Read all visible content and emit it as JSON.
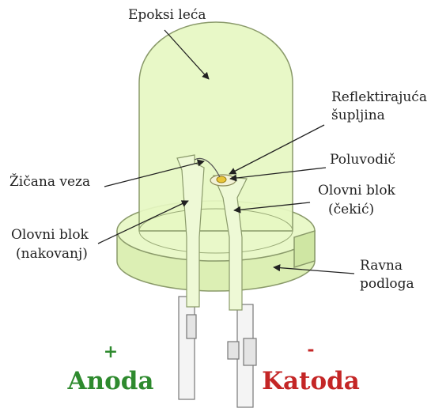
{
  "labels": {
    "epoxy_lens": "Epoksi leća",
    "reflective_cavity_1": "Reflektirajuća",
    "reflective_cavity_2": "šupljina",
    "semiconductor": "Poluvodič",
    "wire_bond": "Žičana veza",
    "lead_frame_cathode_1": "Olovni blok",
    "lead_frame_cathode_2": "(čekić)",
    "lead_frame_anode_1": "Olovni blok",
    "lead_frame_anode_2": "(nakovanj)",
    "flat_base_1": "Ravna",
    "flat_base_2": "podloga"
  },
  "terminals": {
    "anode_sign": "+",
    "anode": "Anoda",
    "cathode_sign": "-",
    "cathode": "Katoda"
  },
  "colors": {
    "lens_fill": "#e6f7c2",
    "lens_outline": "#8a9a6a",
    "anode": "#2e8a2e",
    "cathode": "#c42626",
    "chip": "#e8c53a"
  }
}
